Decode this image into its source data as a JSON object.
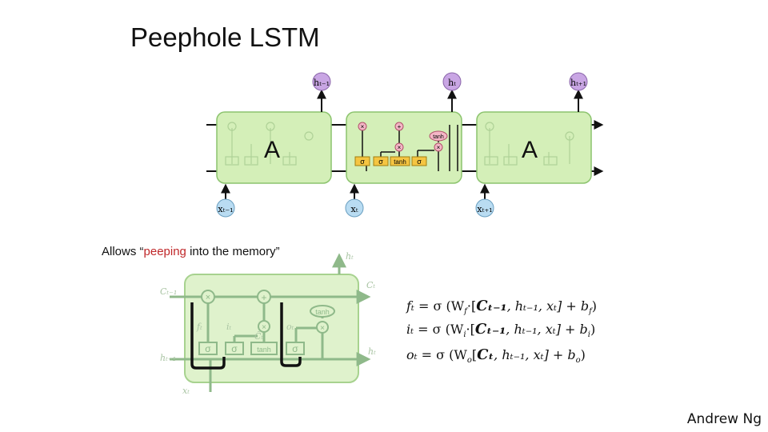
{
  "slide": {
    "title": "Peephole LSTM",
    "caption_before": "Allows “",
    "caption_highlight": "peeping",
    "caption_after": " into the memory”",
    "author": "Andrew Ng",
    "highlight_color": "#c0282a"
  },
  "top_diagram": {
    "cell_label": "A",
    "inputs": [
      "xₜ₋₁",
      "xₜ",
      "xₜ₊₁"
    ],
    "outputs": [
      "hₜ₋₁",
      "hₜ",
      "hₜ₊₁"
    ],
    "ops_multiply": "×",
    "ops_add": "+",
    "ops_tanh": "tanh",
    "gates": [
      "σ",
      "σ",
      "tanh",
      "σ"
    ],
    "cell_fill": "#d4efb8",
    "cell_stroke": "#8cc46e",
    "gate_fill": "#f5c542",
    "op_fill": "#f4b6c6",
    "vec_fill": "#c9a6e4",
    "input_fill": "#b9dcf2"
  },
  "bottom_diagram": {
    "top_labels": [
      "Cₜ₋₁",
      "Cₜ"
    ],
    "side_labels": [
      "hₜ₋₁",
      "hₜ"
    ],
    "output_label": "hₜ",
    "input_label": "xₜ",
    "gate_labels": [
      "fₜ",
      "iₜ",
      "C̃ₜ",
      "oₜ"
    ],
    "gates": [
      "σ",
      "σ",
      "tanh",
      "σ"
    ],
    "ops_multiply": "×",
    "ops_add": "+",
    "ops_tanh": "tanh"
  },
  "equations": [
    {
      "lhs": "fₜ",
      "rhs_pre": " = σ (W",
      "sub": "f",
      "rhs_mid": "·[",
      "bold": "Cₜ₋₁",
      "rhs_post": ", hₜ₋₁, xₜ]  +  b",
      "bias_sub": "f",
      "end": ")"
    },
    {
      "lhs": "iₜ",
      "rhs_pre": " = σ (W",
      "sub": "i",
      "rhs_mid": "·[",
      "bold": "Cₜ₋₁",
      "rhs_post": ", hₜ₋₁, xₜ]  +  b",
      "bias_sub": "i",
      "end": ")"
    },
    {
      "lhs": "oₜ",
      "rhs_pre": " = σ (W",
      "sub": "o",
      "rhs_mid": "[",
      "bold": "Cₜ",
      "rhs_post": ", hₜ₋₁, xₜ]  +  b",
      "bias_sub": "o",
      "end": ")"
    }
  ]
}
